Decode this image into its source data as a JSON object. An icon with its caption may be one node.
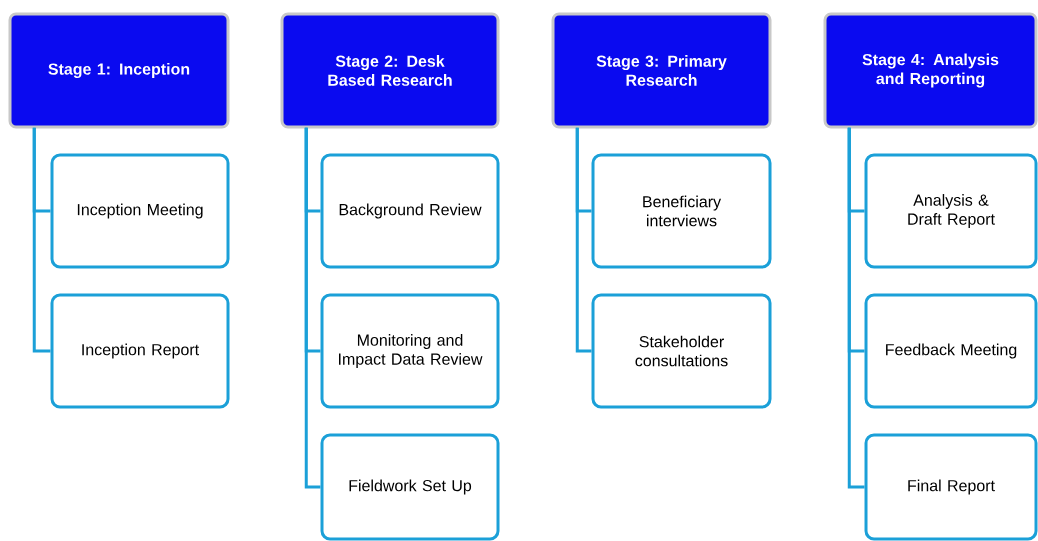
{
  "diagram": {
    "nodes": [
      {
        "text": [
          "Stage 1: Inception"
        ]
      },
      {
        "text": [
          "Inception Meeting"
        ]
      },
      {
        "text": [
          "Inception Report"
        ]
      },
      {
        "text": [
          "Stage 2: Desk Based Research"
        ]
      },
      {
        "text": [
          "Background Review"
        ]
      },
      {
        "text": [
          "Monitoring and Impact Data Review"
        ]
      },
      {
        "text": [
          "Fieldwork Set Up"
        ]
      },
      {
        "text": [
          "Stage 3: Primary Research"
        ]
      },
      {
        "text": [
          "Beneficiary interviews"
        ]
      },
      {
        "text": [
          "Stakeholder consultations"
        ]
      },
      {
        "text": [
          "Stage 4: Analysis and Reporting"
        ]
      },
      {
        "text": [
          "Analysis & Draft Report"
        ]
      },
      {
        "text": [
          "Feedback Meeting"
        ]
      },
      {
        "text": [
          "Final Report"
        ]
      }
    ],
    "edges": [
      {
        "from": 0,
        "to": 1,
        "arrow": "none"
      },
      {
        "from": 0,
        "to": 2,
        "arrow": "none"
      },
      {
        "from": 3,
        "to": 4,
        "arrow": "none"
      },
      {
        "from": 3,
        "to": 5,
        "arrow": "none"
      },
      {
        "from": 3,
        "to": 6,
        "arrow": "none"
      },
      {
        "from": 7,
        "to": 8,
        "arrow": "none"
      },
      {
        "from": 7,
        "to": 9,
        "arrow": "none"
      },
      {
        "from": 10,
        "to": 11,
        "arrow": "none"
      },
      {
        "from": 10,
        "to": 12,
        "arrow": "none"
      },
      {
        "from": 10,
        "to": 13,
        "arrow": "none"
      }
    ]
  }
}
